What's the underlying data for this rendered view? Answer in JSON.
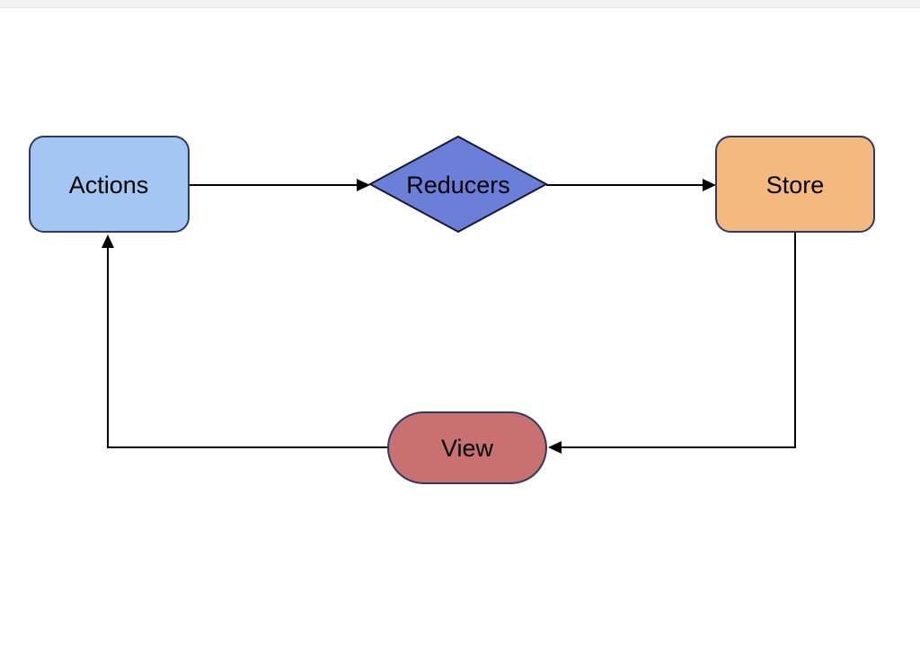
{
  "diagram": {
    "type": "flowchart",
    "line_color": "#000000",
    "text_color": "#000000",
    "background_color": "#ffffff",
    "nodes": [
      {
        "id": "actions",
        "label": "Actions",
        "shape": "rounded-rectangle",
        "fill": "#a3c6f2",
        "stroke": "#2d3a66"
      },
      {
        "id": "reducers",
        "label": "Reducers",
        "shape": "diamond",
        "fill": "#6c7fd8",
        "stroke": "#161a30"
      },
      {
        "id": "store",
        "label": "Store",
        "shape": "rounded-rectangle",
        "fill": "#f4b97f",
        "stroke": "#2d3a66"
      },
      {
        "id": "view",
        "label": "View",
        "shape": "stadium",
        "fill": "#c97070",
        "stroke": "#2d3a66"
      }
    ],
    "edges": [
      {
        "from": "actions",
        "to": "reducers",
        "style": "straight-arrow"
      },
      {
        "from": "reducers",
        "to": "store",
        "style": "straight-arrow"
      },
      {
        "from": "store",
        "to": "view",
        "style": "elbow-arrow"
      },
      {
        "from": "view",
        "to": "actions",
        "style": "elbow-arrow"
      }
    ]
  }
}
